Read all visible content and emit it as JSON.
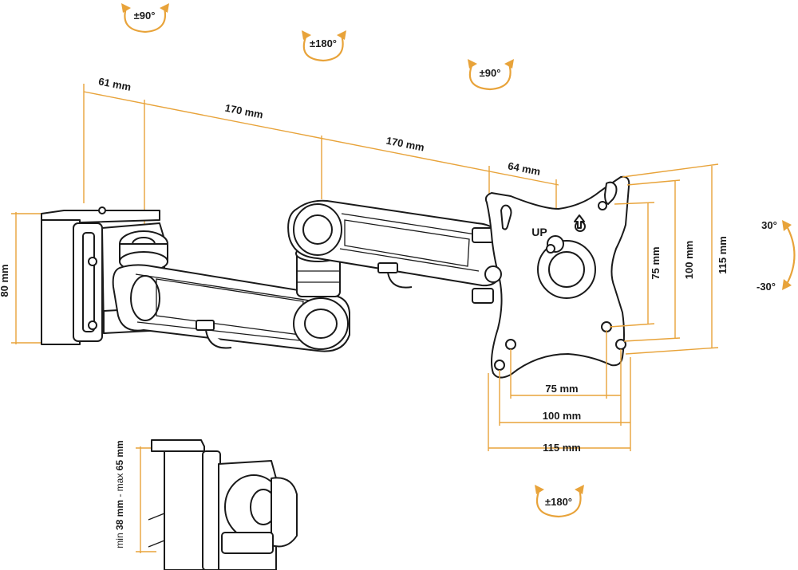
{
  "rotations": {
    "top_left": "±90°",
    "top_mid": "±180°",
    "top_right": "±90°",
    "bottom": "±180°",
    "tilt_up": "30°",
    "tilt_down": "-30°"
  },
  "dimensions": {
    "wall_offset": "61 mm",
    "arm1": "170 mm",
    "arm2": "170 mm",
    "head": "64 mm",
    "bracket_height": "80 mm",
    "vesa_v75": "75 mm",
    "vesa_v100": "100 mm",
    "vesa_v115": "115 mm",
    "vesa_h75": "75 mm",
    "vesa_h100": "100 mm",
    "vesa_h115": "115 mm"
  },
  "plate": {
    "up_label": "UP"
  },
  "clamp": {
    "range_prefix": "min",
    "range_min": "38 mm",
    "range_mid": "- max",
    "range_max": "65 mm"
  },
  "colors": {
    "accent": "#e8a33a",
    "ink": "#1a1a1a"
  }
}
